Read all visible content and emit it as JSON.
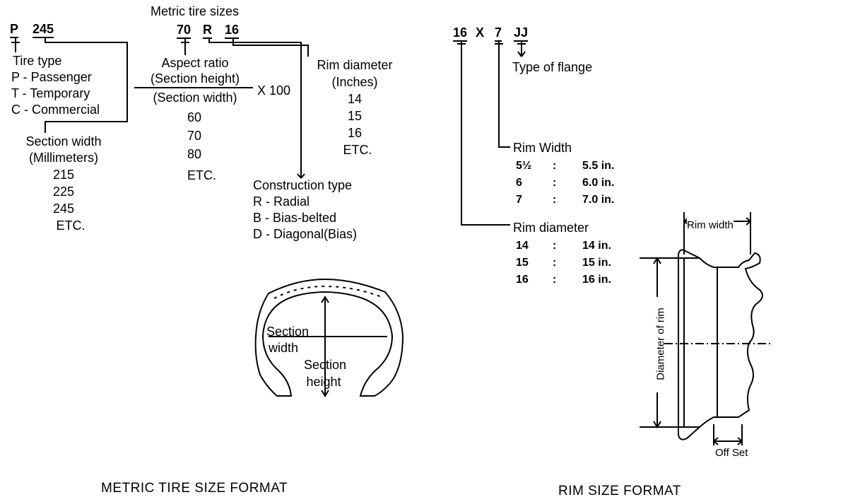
{
  "metric": {
    "heading": "Metric tire sizes",
    "code": {
      "p": "P",
      "width": "245",
      "aspect": "70",
      "construction": "R",
      "rim": "16"
    },
    "tire_type": {
      "title": "Tire type",
      "items": [
        "P - Passenger",
        "T - Temporary",
        "C - Commercial"
      ]
    },
    "section_width": {
      "title": "Section width",
      "subtitle": "(Millimeters)",
      "values": [
        "215",
        "225",
        "245",
        "ETC."
      ]
    },
    "aspect_ratio": {
      "title": "Aspect ratio",
      "numerator": "(Section height)",
      "denominator": "(Section width)",
      "multiplier": "X 100",
      "values": [
        "60",
        "70",
        "80",
        "ETC."
      ]
    },
    "rim_diameter": {
      "title": "Rim diameter",
      "subtitle": "(Inches)",
      "values": [
        "14",
        "15",
        "16",
        "ETC."
      ]
    },
    "construction": {
      "title": "Construction type",
      "items": [
        "R - Radial",
        "B - Bias-belted",
        "D - Diagonal(Bias)"
      ]
    },
    "tire_labels": {
      "section_width": [
        "Section",
        "width"
      ],
      "section_height": [
        "Section",
        "height"
      ]
    },
    "caption": "METRIC TIRE SIZE FORMAT"
  },
  "rim": {
    "code": {
      "diameter": "16",
      "x": "X",
      "width": "7",
      "flange": "JJ"
    },
    "flange_label": "Type of flange",
    "rim_width": {
      "title": "Rim Width",
      "rows": [
        {
          "a": "5½",
          "sep": ":",
          "b": "5.5 in."
        },
        {
          "a": "6",
          "sep": ":",
          "b": "6.0 in."
        },
        {
          "a": "7",
          "sep": ":",
          "b": "7.0 in."
        }
      ]
    },
    "rim_diameter": {
      "title": "Rim diameter",
      "rows": [
        {
          "a": "14",
          "sep": ":",
          "b": "14 in."
        },
        {
          "a": "15",
          "sep": ":",
          "b": "15 in."
        },
        {
          "a": "16",
          "sep": ":",
          "b": "16 in."
        }
      ]
    },
    "drawing_labels": {
      "rim_width": "Rim width",
      "diameter": "Diameter of rim",
      "offset": "Off Set"
    },
    "caption": "RIM SIZE FORMAT"
  }
}
